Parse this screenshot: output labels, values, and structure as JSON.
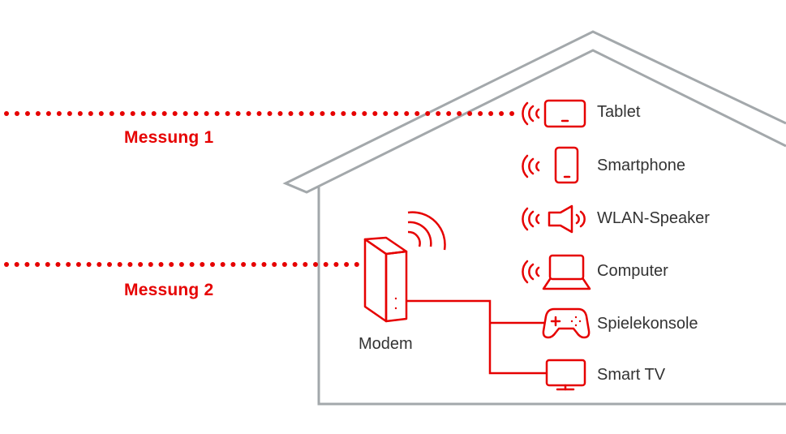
{
  "measurements": [
    {
      "label": "Messung 1"
    },
    {
      "label": "Messung 2"
    }
  ],
  "modem": {
    "label": "Modem"
  },
  "devices": [
    {
      "label": "Tablet",
      "icon": "tablet-icon",
      "connection": "wifi"
    },
    {
      "label": "Smartphone",
      "icon": "smartphone-icon",
      "connection": "wifi"
    },
    {
      "label": "WLAN-Speaker",
      "icon": "speaker-icon",
      "connection": "wifi"
    },
    {
      "label": "Computer",
      "icon": "laptop-icon",
      "connection": "wifi"
    },
    {
      "label": "Spielekonsole",
      "icon": "gamepad-icon",
      "connection": "cable"
    },
    {
      "label": "Smart TV",
      "icon": "tv-icon",
      "connection": "cable"
    }
  ],
  "colors": {
    "accent": "#e60000",
    "house": "#a3a8ab",
    "text": "#333333"
  }
}
